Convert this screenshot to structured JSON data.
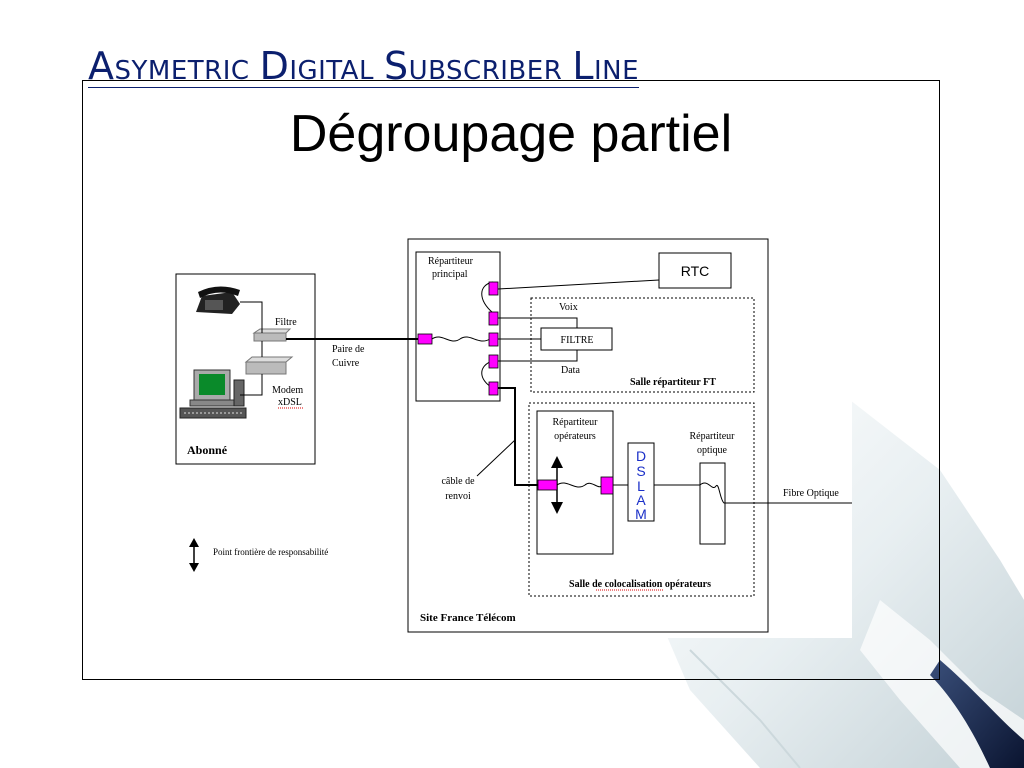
{
  "slide": {
    "title_words": [
      {
        "initial": "A",
        "rest": "SYMETRIC"
      },
      {
        "initial": "D",
        "rest": "IGITAL"
      },
      {
        "initial": "S",
        "rest": "UBSCRIBER"
      },
      {
        "initial": "L",
        "rest": "INE"
      }
    ],
    "heading": "Dégroupage partiel"
  },
  "diagram": {
    "subscriber": {
      "label": "Abonné",
      "filter_label": "Filtre",
      "modem_label_1": "Modem",
      "modem_label_2": "xDSL"
    },
    "copper_pair": {
      "label_1": "Paire de",
      "label_2": "Cuivre"
    },
    "main_distribution": {
      "label_1": "Répartiteur",
      "label_2": "principal"
    },
    "rtc": {
      "label": "RTC"
    },
    "ft_room": {
      "label": "Salle répartiteur FT",
      "voice_label": "Voix",
      "filter_label": "FILTRE",
      "data_label": "Data"
    },
    "colocation_room": {
      "label": "Salle de colocalisation opérateurs",
      "operator_distribution_1": "Répartiteur",
      "operator_distribution_2": "opérateurs",
      "dslam_letters": [
        "D",
        "S",
        "L",
        "A",
        "M"
      ],
      "optical_distribution_1": "Répartiteur",
      "optical_distribution_2": "optique"
    },
    "return_cable": {
      "label_1": "câble de",
      "label_2": "renvoi"
    },
    "fiber": {
      "label": "Fibre Optique"
    },
    "site": {
      "label": "Site France Télécom"
    },
    "legend": {
      "label": "Point frontière de responsabilité"
    },
    "colors": {
      "connector": "#ff00ff",
      "dslam_text": "#1a2fc8",
      "title": "#0b1f6e"
    }
  }
}
